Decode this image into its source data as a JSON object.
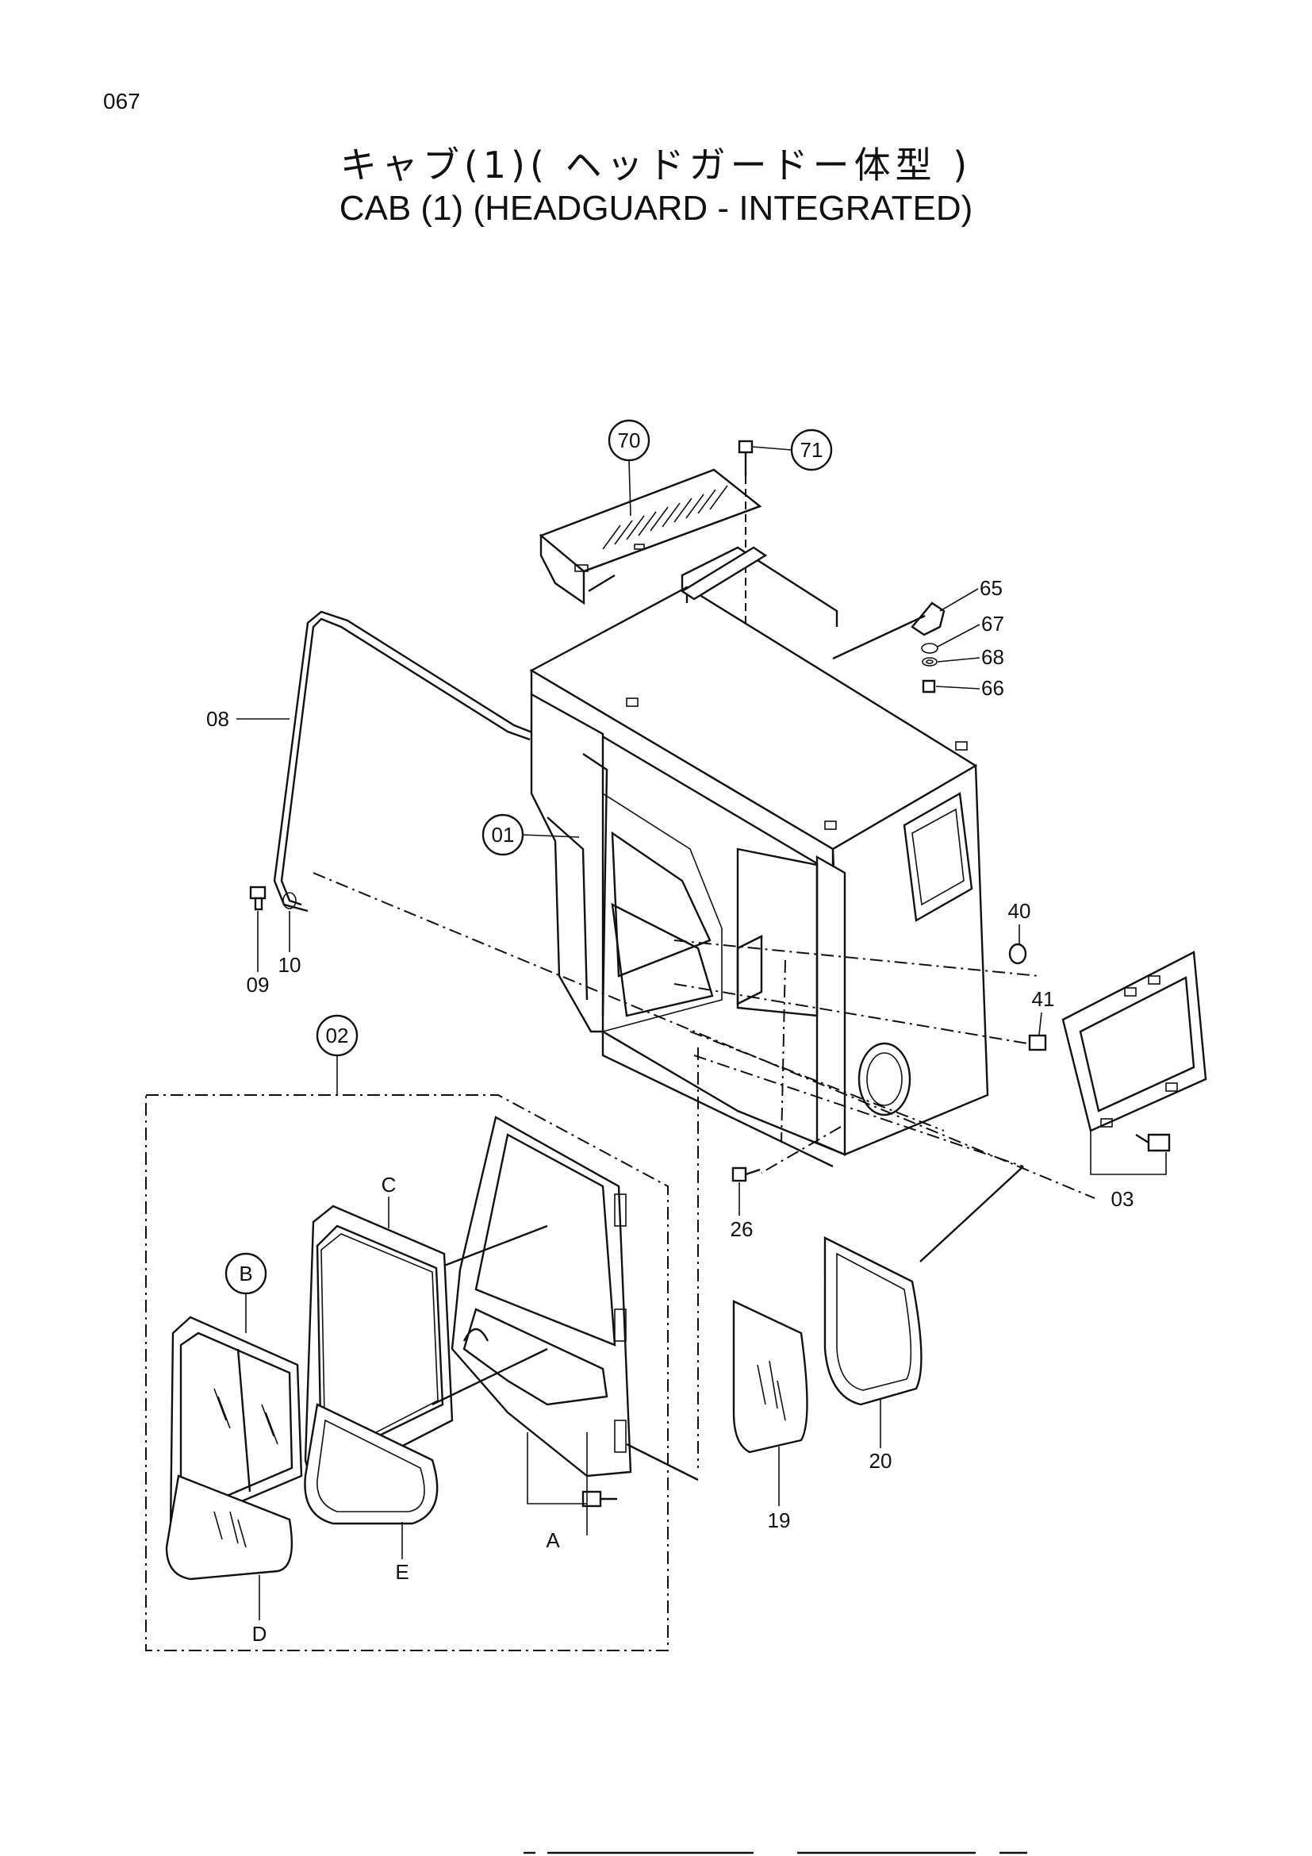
{
  "page": {
    "number": "067",
    "title_jp": "キャブ(1)( ヘッドガードー体型 )",
    "title_en": "CAB (1) (HEADGUARD - INTEGRATED)"
  },
  "callouts": {
    "c70": "70",
    "c71": "71",
    "c65": "65",
    "c67": "67",
    "c68": "68",
    "c66": "66",
    "c08": "08",
    "c01": "01",
    "c09": "09",
    "c10": "10",
    "c40": "40",
    "c41": "41",
    "c02": "02",
    "c03": "03",
    "c26": "26",
    "cC": "C",
    "cB": "B",
    "c19": "19",
    "c20": "20",
    "cA": "A",
    "cE": "E",
    "cD": "D"
  }
}
